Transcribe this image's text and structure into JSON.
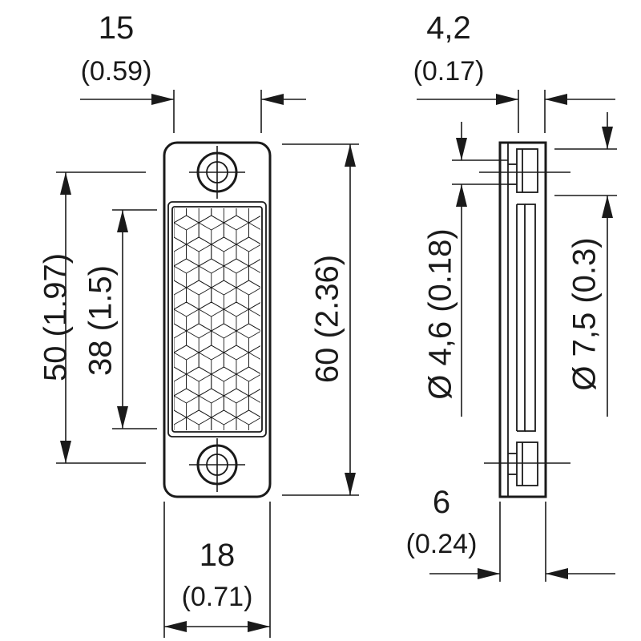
{
  "dimensions": {
    "top_width": {
      "value": "15",
      "alt": "(0.59)"
    },
    "side_thickness": {
      "value": "4,2",
      "alt": "(0.17)"
    },
    "bottom_width": {
      "value": "18",
      "alt": "(0.71)"
    },
    "side_depth": {
      "value": "6",
      "alt": "(0.24)"
    },
    "hole_pitch": {
      "label": "50 (1.97)"
    },
    "reflector_height": {
      "label": "38 (1.5)"
    },
    "overall_height": {
      "label": "60 (2.36)"
    },
    "hole_diameter": {
      "label": "Ø 4,6 (0.18)"
    },
    "counterbore_diameter": {
      "label": "Ø 7,5 (0.3)"
    }
  }
}
